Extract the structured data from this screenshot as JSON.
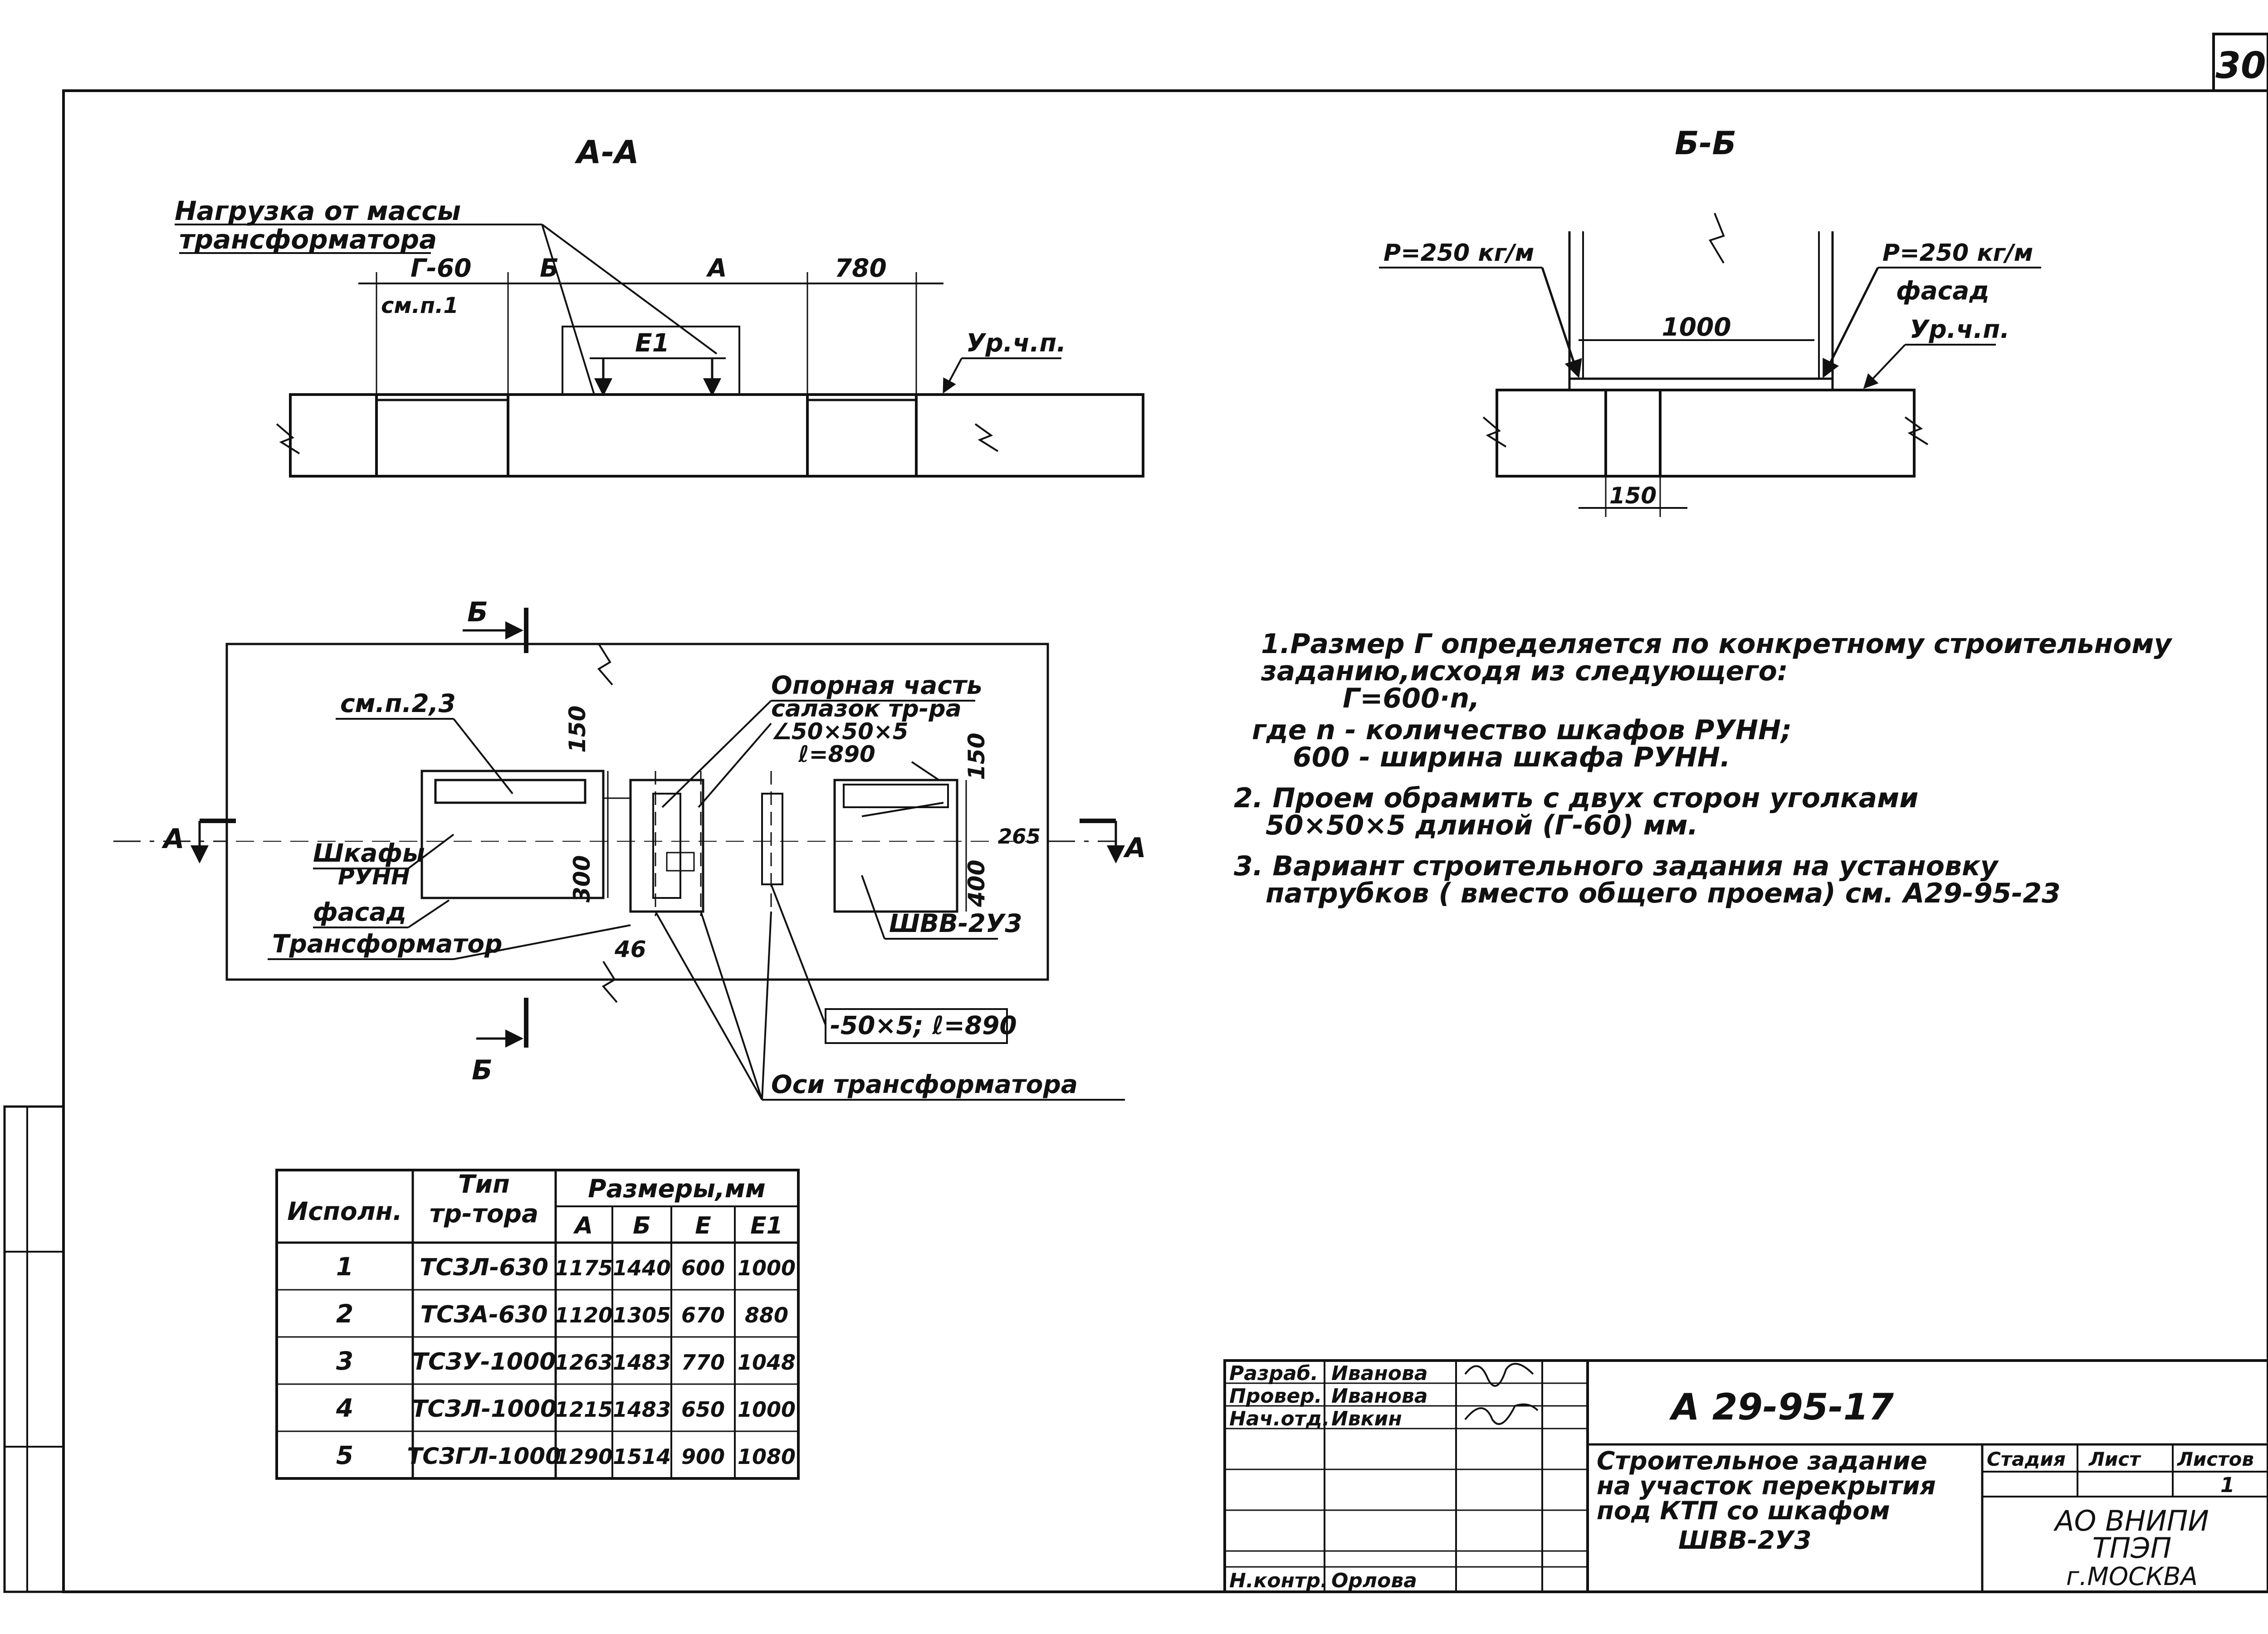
{
  "sheet_number": "30",
  "section_aa": {
    "title": "А-А",
    "load_label_1": "Нагрузка от массы",
    "load_label_2": "трансформатора",
    "dim_g60": "Г-60",
    "dim_b": "Б",
    "dim_a": "А",
    "dim_780": "780",
    "see_p1": "см.п.1",
    "dim_e1": "Е1",
    "floor_level": "Ур.ч.п."
  },
  "section_bb": {
    "title": "Б-Б",
    "p_left": "Р=250 кг/м",
    "p_right": "Р=250 кг/м",
    "facade": "фасад",
    "floor_level": "Ур.ч.п.",
    "dim_1000": "1000",
    "dim_150": "150"
  },
  "plan": {
    "cut_b_top": "Б",
    "cut_b_bottom": "Б",
    "cut_a_left": "А",
    "cut_a_right": "А",
    "see_p23": "см.п.2,3",
    "cabinets_1": "Шкафы",
    "cabinets_2": "РУНН",
    "facade": "фасад",
    "transformer": "Трансформатор",
    "support_1": "Опорная часть",
    "support_2": "салазок тр-ра",
    "support_3": "∠50×50×5",
    "support_4": "ℓ=890",
    "dim_150a": "150",
    "dim_300": "300",
    "dim_46": "46",
    "dim_150b": "150",
    "dim_265": "265",
    "dim_400": "400",
    "cabinet_wvv": "ШВВ-2У3",
    "strip": "-50×5; ℓ=890",
    "axes": "Оси трансформатора"
  },
  "notes": [
    "1.Размер Г определяется по конкретному строительному",
    "заданию,исходя из следующего:",
    "Г=600·n,",
    "где n - количество шкафов РУНН;",
    "600 - ширина шкафа РУНН.",
    "2. Проем обрамить с двух сторон уголками",
    "50×50×5 длиной (Г-60) мм.",
    "3. Вариант строительного задания на установку",
    "патрубков ( вместо общего проема) см. А29-95-23"
  ],
  "table": {
    "col_exec": "Исполн.",
    "col_type_1": "Тип",
    "col_type_2": "тр-тора",
    "col_sizes": "Размеры,мм",
    "sub_cols": [
      "А",
      "Б",
      "Е",
      "Е1"
    ],
    "rows": [
      {
        "n": "1",
        "type": "ТСЗЛ-630",
        "a": "1175",
        "b": "1440",
        "e": "600",
        "e1": "1000"
      },
      {
        "n": "2",
        "type": "ТСЗА-630",
        "a": "1120",
        "b": "1305",
        "e": "670",
        "e1": "880"
      },
      {
        "n": "3",
        "type": "ТСЗУ-1000",
        "a": "1263",
        "b": "1483",
        "e": "770",
        "e1": "1048"
      },
      {
        "n": "4",
        "type": "ТСЗЛ-1000",
        "a": "1215",
        "b": "1483",
        "e": "650",
        "e1": "1000"
      },
      {
        "n": "5",
        "type": "ТСЗГЛ-1000",
        "a": "1290",
        "b": "1514",
        "e": "900",
        "e1": "1080"
      }
    ]
  },
  "title_block": {
    "roles": [
      {
        "role": "Разраб.",
        "name": "Иванова"
      },
      {
        "role": "Провер.",
        "name": "Иванова"
      },
      {
        "role": "Нач.отд.",
        "name": "Ивкин"
      }
    ],
    "norm_control_role": "Н.контр.",
    "norm_control_name": "Орлова",
    "doc_code": "А 29-95-17",
    "description": [
      "Строительное задание",
      "на участок перекрытия",
      "под КТП со шкафом",
      "ШВВ-2У3"
    ],
    "stage_label": "Стадия",
    "sheet_label": "Лист",
    "sheets_label": "Листов",
    "sheet_value": "1",
    "org_1": "АО ВНИПИ",
    "org_2": "ТПЭП",
    "org_3": "г.МОСКВА"
  },
  "colors": {
    "ink": "#111111",
    "paper": "#ffffff"
  }
}
